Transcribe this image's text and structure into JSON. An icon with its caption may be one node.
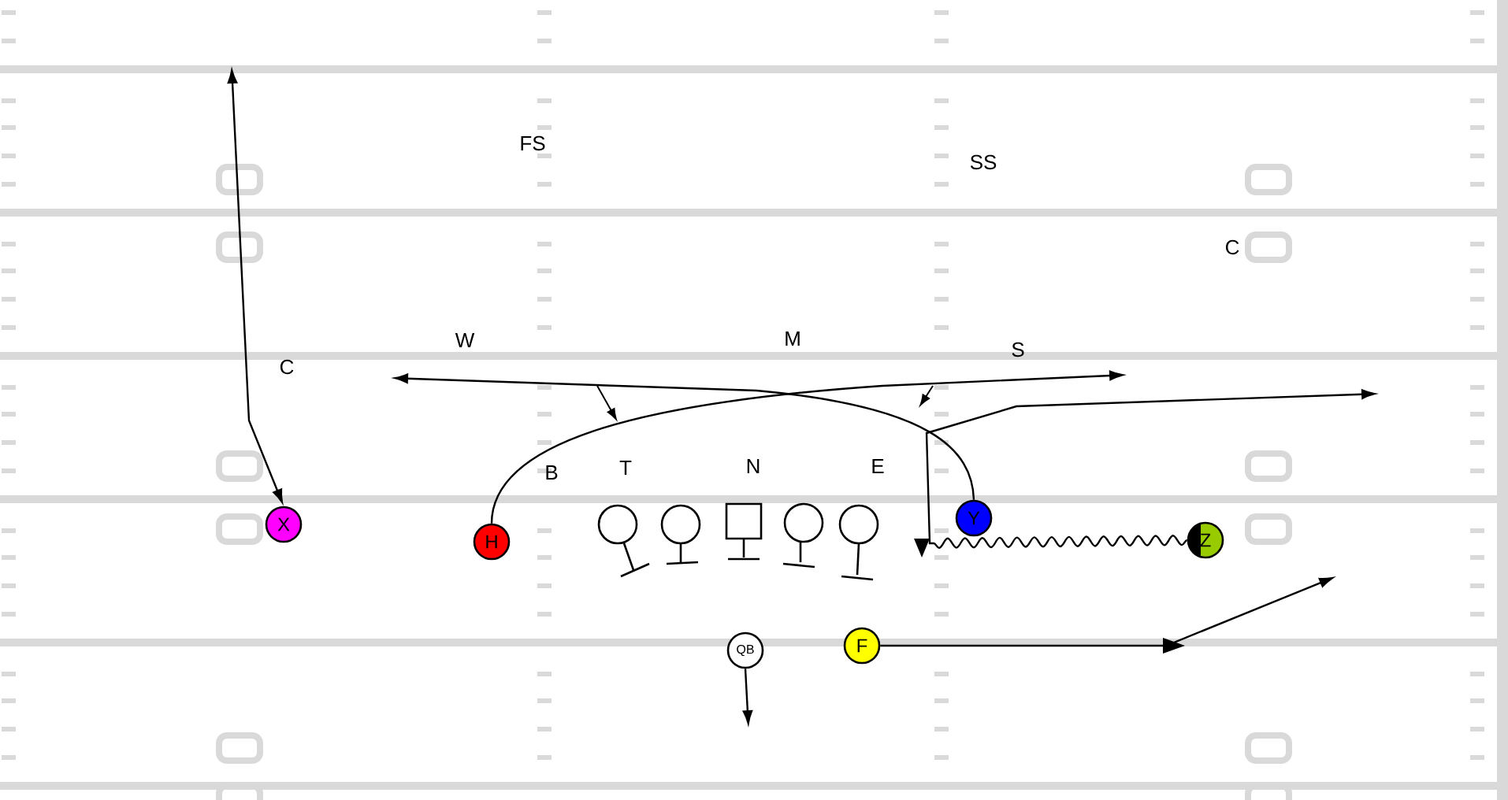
{
  "diagram": {
    "nodes": [
      {
        "text": [
          "X"
        ]
      },
      {
        "text": [
          "H"
        ]
      },
      {
        "text": [],
        "shape": "circle"
      },
      {
        "text": [],
        "shape": "circle"
      },
      {
        "text": [],
        "shape": "box"
      },
      {
        "text": [],
        "shape": "circle"
      },
      {
        "text": [],
        "shape": "circle"
      },
      {
        "text": [
          "Y"
        ]
      },
      {
        "text": [
          "Z"
        ]
      },
      {
        "text": [
          "QB"
        ]
      },
      {
        "text": [
          "F"
        ]
      }
    ],
    "edges": [
      {
        "from": 0,
        "to": null,
        "arrow": "both"
      },
      {
        "from": 1,
        "to": null,
        "arrow": "to"
      },
      {
        "from": 7,
        "to": null,
        "arrow": "to"
      },
      {
        "from": 8,
        "to": null,
        "arrow": "to"
      },
      {
        "from": 9,
        "to": null,
        "arrow": "to"
      },
      {
        "from": 10,
        "to": null,
        "arrow": "to"
      }
    ],
    "labels": [
      "FS",
      "SS",
      "C",
      "W",
      "M",
      "S",
      "C",
      "B",
      "T",
      "N",
      "E"
    ]
  }
}
